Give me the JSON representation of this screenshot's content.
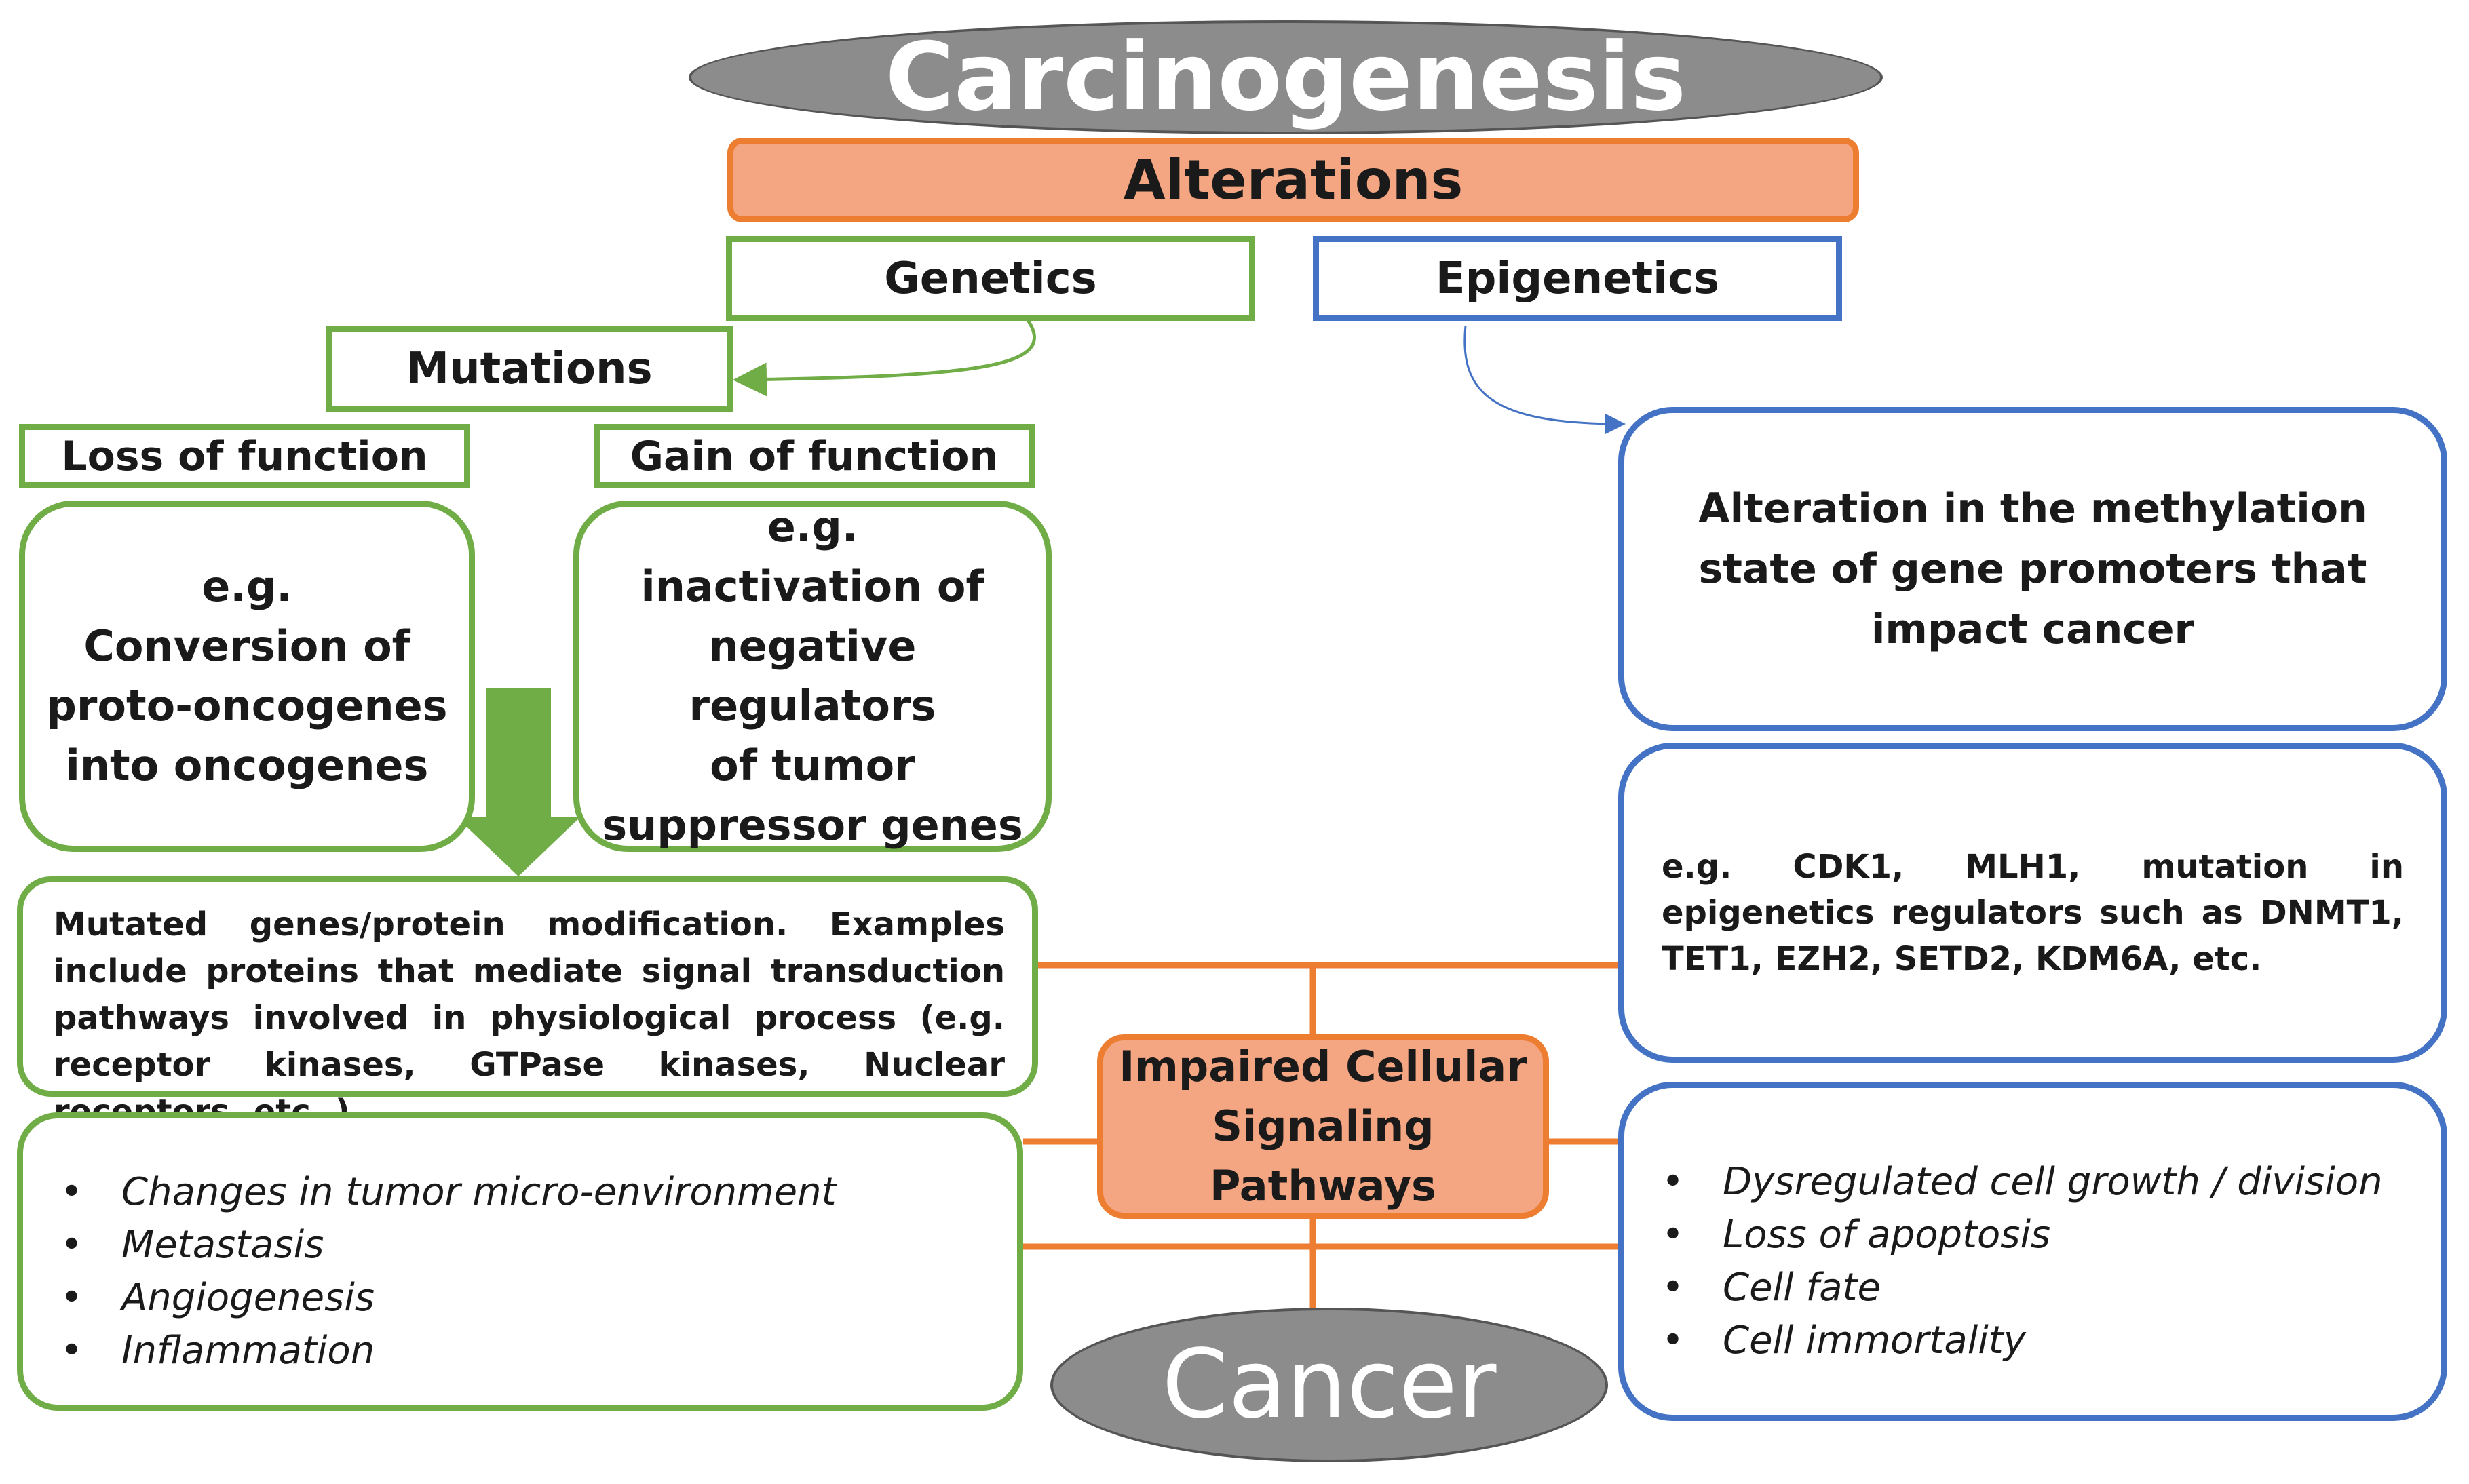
{
  "title": "Carcinogenesis",
  "alterations": "Alterations",
  "genetics": "Genetics",
  "epigenetics": "Epigenetics",
  "mutations": "Mutations",
  "loss_of_function": {
    "label": "Loss of function",
    "example_lines": [
      "e.g.",
      "Conversion of",
      "proto-oncogenes",
      "into oncogenes"
    ]
  },
  "gain_of_function": {
    "label": "Gain of function",
    "example_lines": [
      "e.g.",
      "inactivation of",
      "negative regulators",
      "of tumor",
      "suppressor genes"
    ]
  },
  "methylation_text": "Alteration in the methylation state of gene promoters that impact cancer",
  "epigenetic_examples": "e.g. CDK1, MLH1, mutation in epigenetics regulators such as DNMT1, TET1, EZH2, SETD2, KDM6A, etc.",
  "mutated_genes": "Mutated genes/protein modification. Examples include proteins that mediate signal transduction pathways involved in physiological process (e.g. receptor kinases, GTPase kinases, Nuclear receptors, etc..)",
  "impaired_lines": [
    "Impaired Cellular",
    "Signaling",
    "Pathways"
  ],
  "left_outcomes": [
    "Changes in tumor micro-environment",
    "Metastasis",
    "Angiogenesis",
    "Inflammation"
  ],
  "right_outcomes": [
    "Dysregulated cell growth / division",
    "Loss of apoptosis",
    "Cell fate",
    "Cell immortality"
  ],
  "cancer": "Cancer",
  "colors": {
    "green": "#70ad47",
    "blue": "#4472c4",
    "orange": "#ed7d31",
    "orange_fill": "#f4a582",
    "gray": "#8c8c8c"
  }
}
